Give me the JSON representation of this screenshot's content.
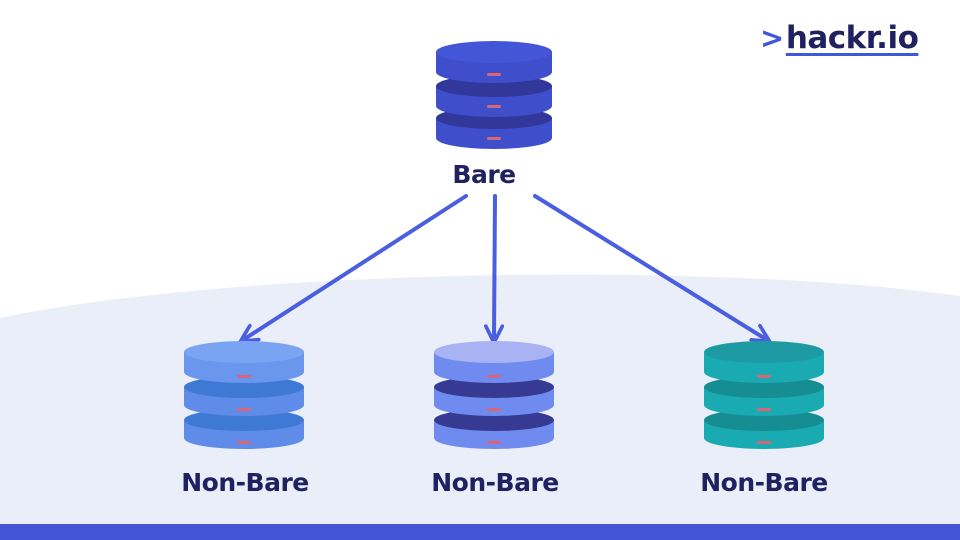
{
  "logo": {
    "chevron": ">",
    "name": "hackr.io"
  },
  "nodes": {
    "root": {
      "label": "Bare",
      "color": "#3f4fcc"
    },
    "left": {
      "label": "Non-Bare",
      "color": "#6b96ee"
    },
    "middle": {
      "label": "Non-Bare",
      "color": "#6f8bef"
    },
    "right": {
      "label": "Non-Bare",
      "color": "#1aaab1"
    }
  },
  "colors": {
    "arrow": "#4a5ee0",
    "ground": "#e9eef8",
    "bottom_bar": "#4456d8",
    "text": "#1f2160",
    "slot": "#d7667a"
  }
}
